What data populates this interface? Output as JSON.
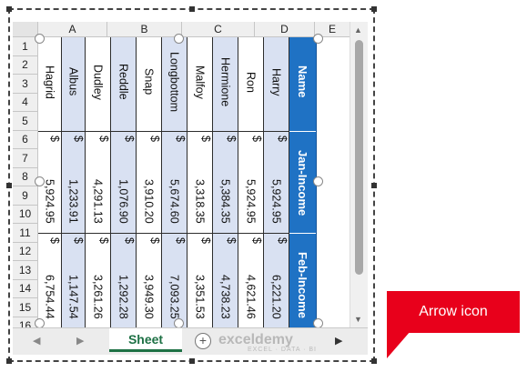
{
  "spreadsheet": {
    "columns": [
      "A",
      "B",
      "C",
      "D",
      "E"
    ],
    "rows": [
      "1",
      "2",
      "3",
      "4",
      "5",
      "6",
      "7",
      "8",
      "9",
      "10",
      "11",
      "12",
      "13",
      "14",
      "15",
      "16"
    ],
    "table_headers": [
      "Name",
      "Jan-Income",
      "Feb-Income"
    ],
    "currency_symbol": "$",
    "records": [
      {
        "name": "Harry",
        "jan": "5,924.95",
        "feb": "6,221.20"
      },
      {
        "name": "Ron",
        "jan": "5,924.95",
        "feb": "4,621.46"
      },
      {
        "name": "Hermione",
        "jan": "5,384.35",
        "feb": "4,738.23"
      },
      {
        "name": "Malfoy",
        "jan": "3,318.35",
        "feb": "3,351.53"
      },
      {
        "name": "Longbottom",
        "jan": "5,674.60",
        "feb": "7,093.25"
      },
      {
        "name": "Snap",
        "jan": "3,910.20",
        "feb": "3,949.30"
      },
      {
        "name": "Reddle",
        "jan": "1,076.90",
        "feb": "1,292.28"
      },
      {
        "name": "Dudley",
        "jan": "4,291.13",
        "feb": "3,261.26"
      },
      {
        "name": "Albus",
        "jan": "1,233.91",
        "feb": "1,147.54"
      },
      {
        "name": "Hagrid",
        "jan": "5,924.95",
        "feb": "6,754.44"
      }
    ]
  },
  "tabs": {
    "sheet_name": "Sheet",
    "add_symbol": "+",
    "nav_left": "◀",
    "nav_right": "▶"
  },
  "scrollbar": {
    "up": "▲",
    "down": "▼"
  },
  "watermark": {
    "text": "exceldemy",
    "subtitle": "EXCEL · DATA · BI"
  },
  "callout": {
    "label": "Arrow icon"
  },
  "colors": {
    "header_blue": "#1f72c4",
    "band_blue": "#d9e1f2",
    "callout_red": "#e8001b",
    "tab_green": "#1e7145"
  }
}
